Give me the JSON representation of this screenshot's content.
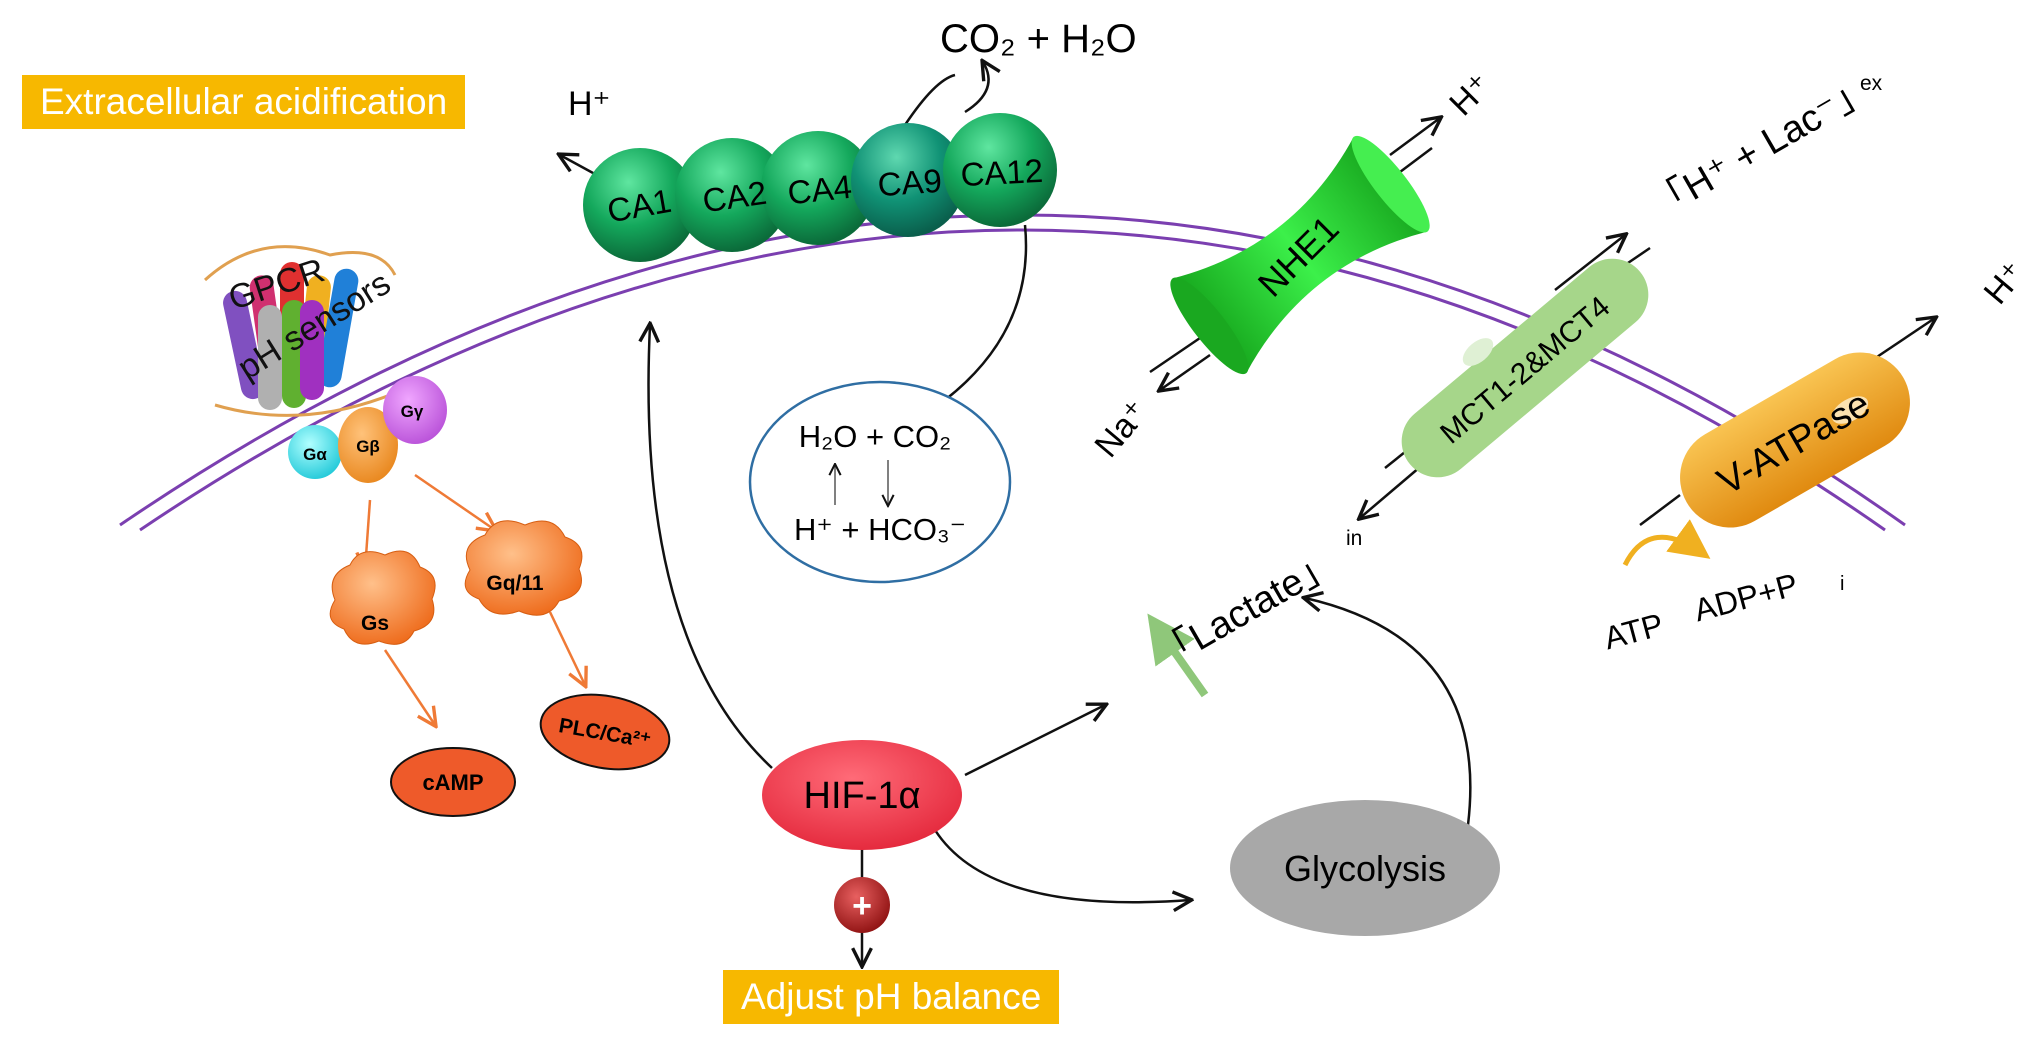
{
  "labels": {
    "extracellular": "Extracellular acidification",
    "adjust": "Adjust pH balance",
    "h_left": "H⁺",
    "co2_h2o": "CO₂ + H₂O",
    "h_nhe": "H⁺",
    "h_mct": "「H⁺ + Lac⁻」",
    "h_mct_sub": "ex",
    "h_vatp": "H⁺",
    "na": "Na⁺",
    "lactate": "「Lactate」",
    "lactate_sub": "in",
    "atp": "ATP",
    "adp": "ADP+P",
    "adp_sub": "i",
    "eq_top": "H₂O + CO₂",
    "eq_bottom": "H⁺ + HCO₃⁻"
  },
  "ca_enzymes": [
    "CA1",
    "CA2",
    "CA4",
    "CA9",
    "CA12"
  ],
  "transporters": {
    "nhe1": "NHE1",
    "mct": "MCT1-2&MCT4",
    "vatpase": "V-ATPase"
  },
  "gpcr": {
    "label": "GPCR",
    "sensors": "pH sensors",
    "g_alpha": "Gα",
    "g_beta": "Gβ",
    "g_gamma": "Gγ"
  },
  "signals": {
    "gs": "Gs",
    "gq": "Gq/11",
    "camp": "cAMP",
    "plc": "PLC/Ca²⁺"
  },
  "central": {
    "hif": "HIF-1α",
    "plus": "+",
    "glycolysis": "Glycolysis"
  },
  "colors": {
    "membrane": "#7b3fb0",
    "ca_green": "#12a35a",
    "nhe_green": "#22d02a",
    "mct_green": "#a6d68a",
    "vatp_orange": "#f0a020",
    "hif_red": "#f03a4a",
    "glycolysis_gray": "#a8a8a8",
    "signal_orange": "#f5842a",
    "yellow_box": "#f7b800",
    "eq_circle": "#2f6ea3"
  }
}
